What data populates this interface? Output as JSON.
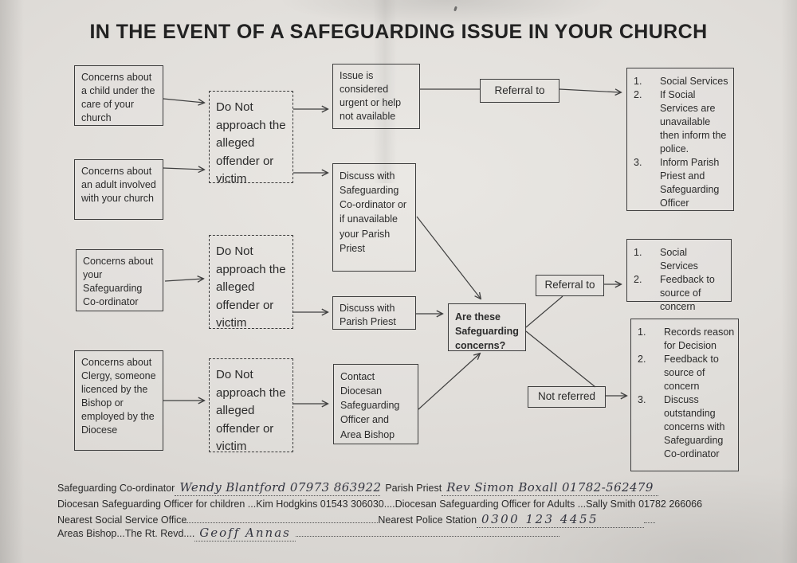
{
  "title": "IN THE EVENT OF A SAFEGUARDING ISSUE IN YOUR CHURCH",
  "boxes": {
    "concerns": [
      "Concerns about a child under the care of your church",
      "Concerns about an adult involved with your church",
      "Concerns about your Safeguarding Co-ordinator",
      "Concerns about Clergy, someone licenced by the Bishop or employed by the Diocese"
    ],
    "do_not": "Do Not approach the alleged offender or victim",
    "issue_urgent": "Issue is considered urgent or help not available",
    "discuss_sg": "Discuss with Safeguarding Co-ordinator or if unavailable your Parish Priest",
    "discuss_pp": "Discuss with Parish Priest",
    "contact_dso": "Contact Diocesan Safeguarding Officer and Area Bishop",
    "decision": "Are these Safeguarding concerns?",
    "referral_top": "Referral to",
    "referral_mid": "Referral to",
    "not_referred": "Not referred",
    "outcome_top": {
      "items": [
        {
          "n": "1.",
          "text": "Social Services"
        },
        {
          "n": "2.",
          "text": "If Social Services are unavailable then inform the police."
        },
        {
          "n": "3.",
          "text": "Inform Parish Priest and Safeguarding Officer"
        }
      ]
    },
    "outcome_mid": {
      "items": [
        {
          "n": "1.",
          "text": "Social Services"
        },
        {
          "n": "2.",
          "text": "Feedback to source of concern"
        }
      ]
    },
    "outcome_bottom": {
      "items": [
        {
          "n": "1.",
          "text": "Records reason for Decision"
        },
        {
          "n": "2.",
          "text": "Feedback to source of concern"
        },
        {
          "n": "3.",
          "text": "Discuss outstanding concerns with Safeguarding Co-ordinator"
        }
      ]
    }
  },
  "contacts": {
    "sg_label": "Safeguarding Co-ordinator",
    "sg_value": "Wendy Blantford 07973 863922",
    "pp_label": "Parish Priest",
    "pp_value": "Rev Simon Boxall  01782-562479",
    "line2": "Diocesan Safeguarding Officer for children ...Kim Hodgkins 01543 306030....Diocesan Safeguarding Officer for Adults ...Sally Smith 01782 266066",
    "sso_label": "Nearest Social Service Office",
    "police_label": "Nearest Police Station",
    "police_value": "0300  123   4455",
    "bishop_label": "Areas Bishop...The Rt. Revd....",
    "bishop_value": "Geoff  Annas"
  }
}
